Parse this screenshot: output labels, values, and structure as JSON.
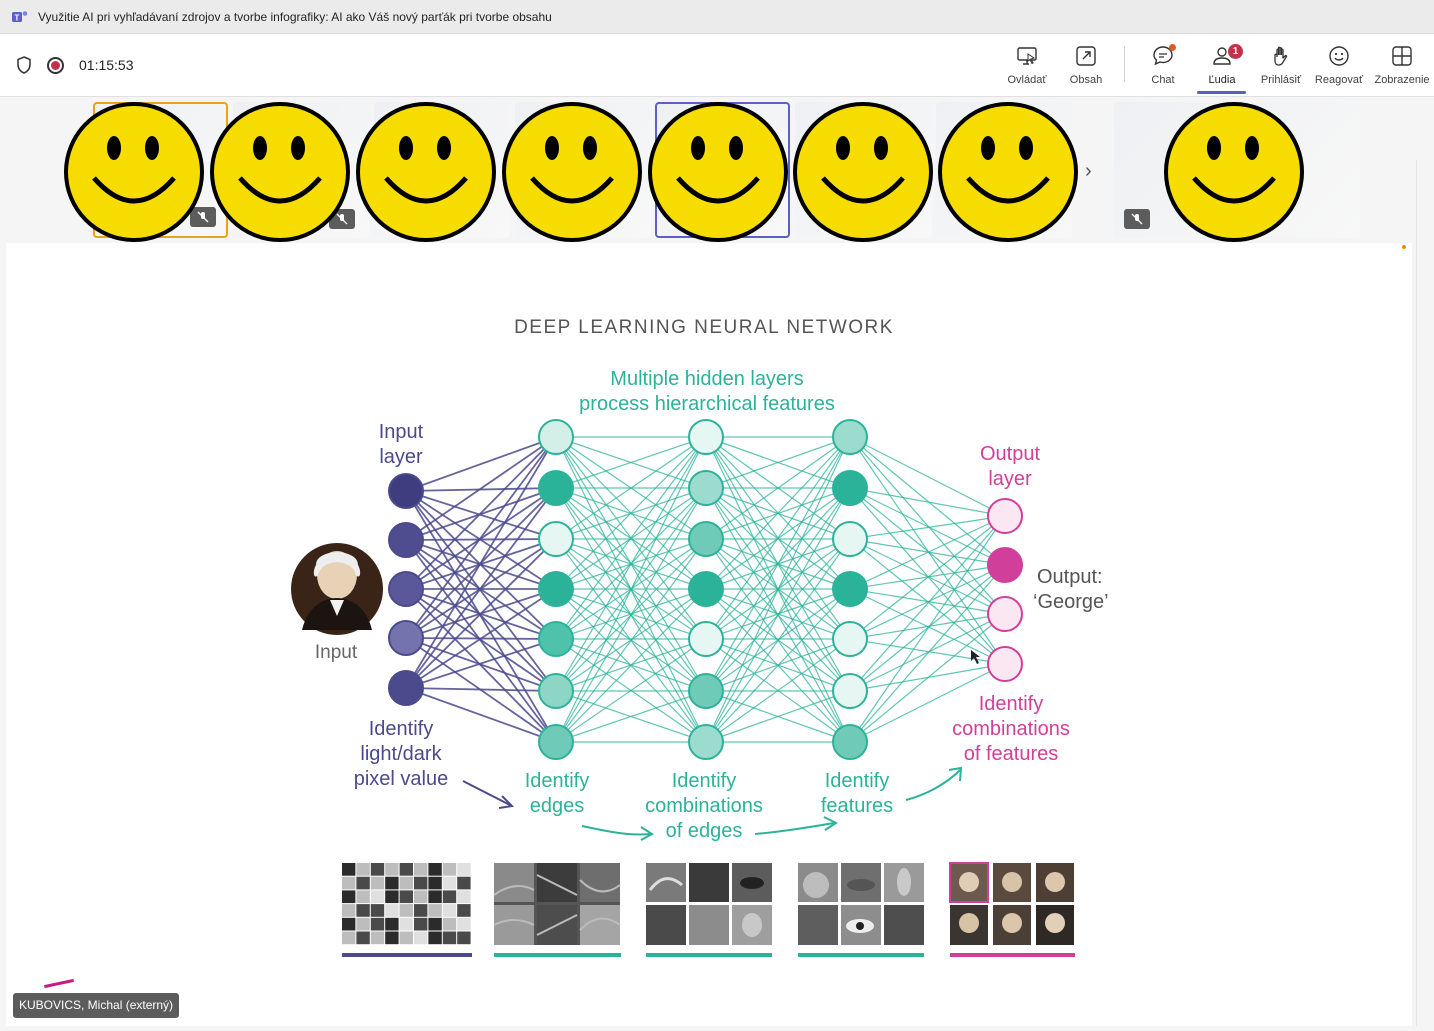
{
  "window": {
    "title": "Využitie AI pri vyhľadávaní zdrojov a tvorbe infografiky: AI ako Váš nový parťák pri tvorbe obsahu"
  },
  "toolbar": {
    "timer": "01:15:53",
    "buttons": [
      {
        "label": "Ovládať",
        "icon": "share-control-icon"
      },
      {
        "label": "Obsah",
        "icon": "share-content-icon"
      },
      {
        "label": "Chat",
        "icon": "chat-icon"
      },
      {
        "label": "Ľudia",
        "icon": "people-icon"
      },
      {
        "label": "Prihlásiť",
        "icon": "raise-hand-icon"
      },
      {
        "label": "Reagovať",
        "icon": "react-icon"
      },
      {
        "label": "Zobrazenie",
        "icon": "view-icon"
      }
    ],
    "people_badge": "1"
  },
  "participants": {
    "count_visible": 8
  },
  "slide": {
    "title": "DEEP LEARNING NEURAL NETWORK",
    "hidden_label_1": "Multiple hidden layers",
    "hidden_label_2": "process hierarchical features",
    "input_layer_1": "Input",
    "input_layer_2": "layer",
    "output_layer_1": "Output",
    "output_layer_2": "layer",
    "input_caption": "Input",
    "output_caption_1": "Output:",
    "output_caption_2": "‘George’",
    "input_desc_1": "Identify",
    "input_desc_2": "light/dark",
    "input_desc_3": "pixel value",
    "edges_1": "Identify",
    "edges_2": "edges",
    "combo_1": "Identify",
    "combo_2": "combinations",
    "combo_3": "of edges",
    "features_1": "Identify",
    "features_2": "features",
    "out_desc_1": "Identify",
    "out_desc_2": "combinations",
    "out_desc_3": "of features",
    "colors": {
      "input": "#4b4a8c",
      "hidden": "#2bb39a",
      "output": "#d0409a"
    }
  },
  "presenter": {
    "name": "KUBOVICS, Michal (externý)"
  }
}
